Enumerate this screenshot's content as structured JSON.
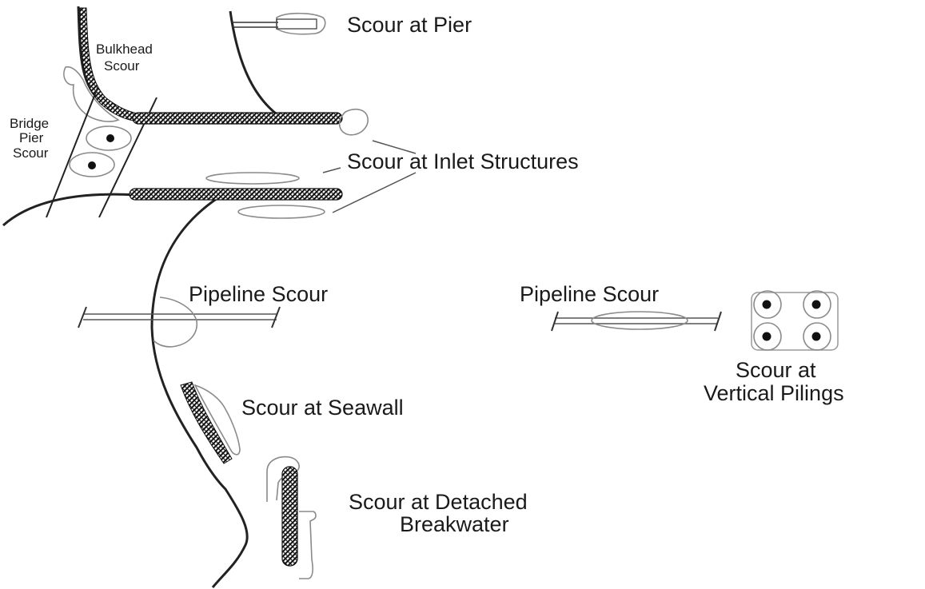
{
  "labels": {
    "scour_at_pier": "Scour at Pier",
    "bulkhead_scour": [
      "Bulkhead",
      "Scour"
    ],
    "bridge_pier_scour": [
      "Bridge",
      "Pier",
      "Scour"
    ],
    "scour_at_inlet_structures": "Scour at Inlet Structures",
    "pipeline_scour_left": "Pipeline Scour",
    "pipeline_scour_right": "Pipeline Scour",
    "scour_at_vertical_pilings": [
      "Scour at",
      "Vertical Pilings"
    ],
    "scour_at_seawall": "Scour at Seawall",
    "scour_at_detached_breakwater": [
      "Scour at Detached",
      "Breakwater"
    ]
  },
  "colors": {
    "ink": "#222222",
    "scour_outline": "#8a8a8a",
    "background": "#ffffff"
  }
}
